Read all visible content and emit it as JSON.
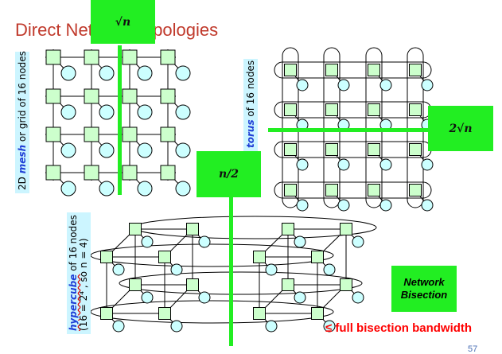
{
  "title": "Direct Network Topologies",
  "mesh": {
    "label_word": "mesh",
    "label_prefix": "2D ",
    "label_suffix": " or grid of 16 nodes",
    "cut_label": "√n"
  },
  "torus": {
    "label_word": "torus",
    "label_suffix": " of 16 nodes",
    "cut_label": "2√n"
  },
  "hypercube": {
    "label_word": "hypercube",
    "label_suffix": " of 16 nodes",
    "label_line2": "(16 = 2⁴ , so n = 4)",
    "cut_label": "n/2"
  },
  "network_box": {
    "line1": "Network",
    "line2": "Bisection"
  },
  "note": "≤ full bisection bandwidth",
  "page_number": "57",
  "colors": {
    "switch_fill": "#ccffcc",
    "node_fill": "#ccffff",
    "cut_green": "#22ee22",
    "title_red": "#c0392b",
    "label_blue": "#1f3fd6"
  }
}
